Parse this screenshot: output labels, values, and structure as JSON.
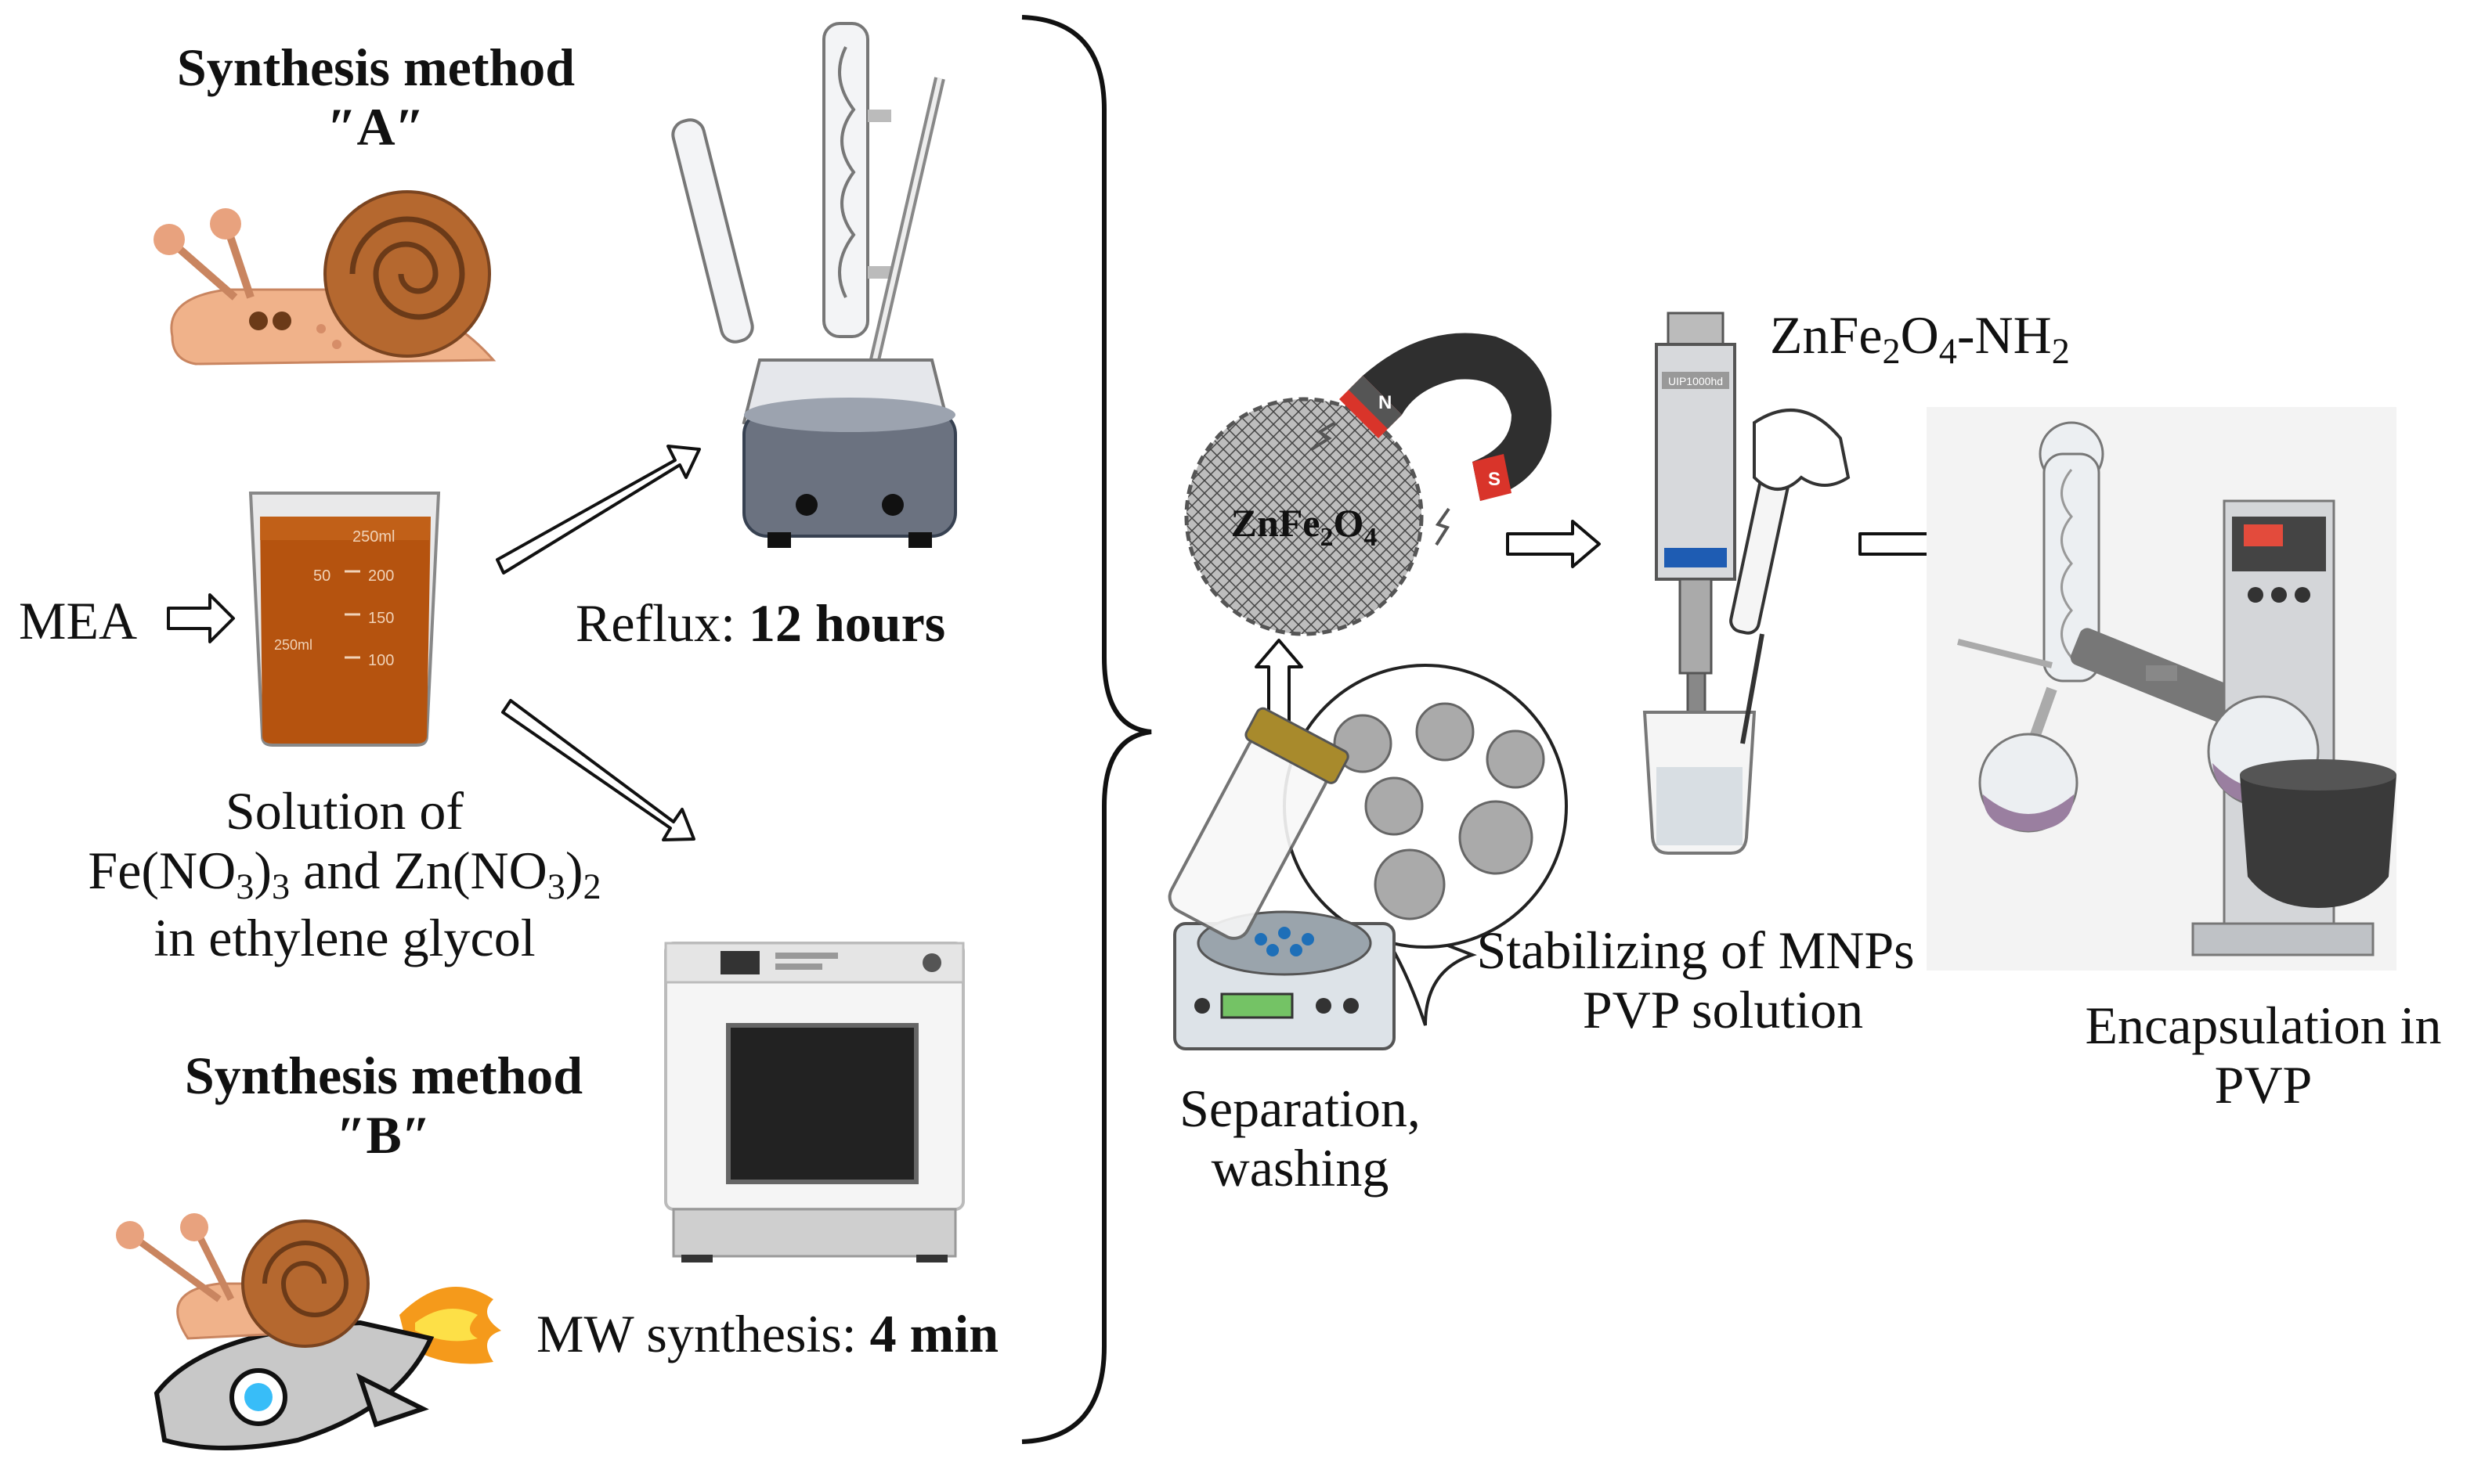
{
  "method_a": {
    "title": "Synthesis method",
    "tag": "″A″"
  },
  "method_b": {
    "title": "Synthesis method",
    "tag": "″B″"
  },
  "mea": "MEA",
  "beaker": {
    "marks": [
      "250ml",
      "200",
      "150",
      "100",
      "50"
    ],
    "side_label": "250ml"
  },
  "solution": {
    "line1": "Solution of",
    "line2_a": "Fe(NO",
    "sub1": "3",
    "close1": ")",
    "sub2": "3",
    "line2_mid": " and Zn(NO",
    "sub3": "3",
    "close2": ")",
    "sub4": "2",
    "line3": "in ethylene glycol"
  },
  "reflux": {
    "prefix": "Reflux: ",
    "value": "12 hours"
  },
  "mw": {
    "prefix": "MW synthesis: ",
    "value": "4 min"
  },
  "particle": {
    "base": "ZnFe",
    "sub1": "2",
    "o": "O",
    "sub2": "4"
  },
  "magnet": {
    "n": "N",
    "s": "S"
  },
  "nh2": {
    "base": "ZnFe",
    "sub1": "2",
    "o": "O",
    "sub2": "4",
    "tail": "-NH",
    "sub3": "2"
  },
  "separation": {
    "line1": "Separation,",
    "line2": "washing"
  },
  "stabilizing": {
    "line1": "Stabilizing of MNPs in",
    "line2": "PVP solution"
  },
  "encapsulation": {
    "line1": "Encapsulation in",
    "line2": "PVP"
  },
  "sonicator_text": "UIP1000hd",
  "colors": {
    "solution": "#b5530f",
    "snail_shell": "#b5682f",
    "snail_body": "#f0b28a",
    "magnet_red": "#d9342a",
    "flask": "#9a7fa0"
  }
}
